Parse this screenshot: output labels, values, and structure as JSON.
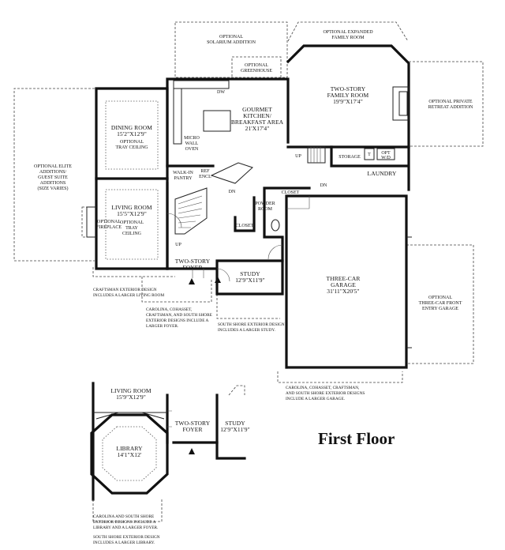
{
  "title": "First Floor",
  "rooms": {
    "optional_solarium": [
      "OPTIONAL",
      "SOLARIUM ADDITION"
    ],
    "optional_family_room": [
      "OPTIONAL EXPANDED",
      "FAMILY ROOM"
    ],
    "optional_greenhouse": [
      "OPTIONAL",
      "GREENHOUSE"
    ],
    "family_room": [
      "TWO-STORY",
      "FAMILY ROOM",
      "19'9\"X17'4\""
    ],
    "optional_retreat": [
      "OPTIONAL PRIVATE",
      "RETREAT ADDITION"
    ],
    "kitchen": [
      "GOURMET",
      "KITCHEN/",
      "BREAKFAST AREA",
      "21'X17'4\""
    ],
    "dw": "DW",
    "micro": [
      "MICRO",
      "WALL",
      "OVEN"
    ],
    "dining": [
      "DINING ROOM",
      "15'2\"X12'9\""
    ],
    "dining_opt": [
      "OPTIONAL",
      "TRAY CEILING"
    ],
    "optional_elite": [
      "OPTIONAL ELITE",
      "ADDITIONS/",
      "GUEST SUITE",
      "ADDITIONS",
      "(SIZE VARIES)"
    ],
    "walkin_pantry": [
      "WALK-IN",
      "PANTRY"
    ],
    "ref_encl": [
      "REF",
      "ENCL"
    ],
    "up1": "UP",
    "dn1": "DN",
    "storage": "STORAGE",
    "opt_wd": [
      "OPT",
      "W/D"
    ],
    "t": "T",
    "laundry": "LAUNDRY",
    "closet1": "CLOSET",
    "dn2": "DN",
    "powder": [
      "POWDER",
      "ROOM"
    ],
    "closet2": "CLOSET",
    "living": [
      "LIVING ROOM",
      "15'5\"X12'9\""
    ],
    "living_opt": [
      "OPTIONAL",
      "TRAY",
      "CEILING"
    ],
    "fireplace": [
      "OPTIONAL",
      "FIREPLACE"
    ],
    "up2": "UP",
    "foyer": [
      "TWO-STORY",
      "FOYER"
    ],
    "study": [
      "STUDY",
      "12'9\"X11'9\""
    ],
    "garage": [
      "THREE-CAR",
      "GARAGE",
      "31'11\"X20'5\""
    ],
    "optional_garage": [
      "OPTIONAL",
      "THREE-CAR FRONT",
      "ENTRY GARAGE"
    ],
    "living_b": [
      "LIVING ROOM",
      "15'9\"X12'9\""
    ],
    "library": [
      "LIBRARY",
      "14'1\"X12'"
    ],
    "foyer_b": [
      "TWO-STORY",
      "FOYER"
    ],
    "study_b": [
      "STUDY",
      "12'9\"X11'9\""
    ]
  },
  "notes": {
    "craftsman": [
      "CRAFTSMAN EXTERIOR DESIGN",
      "INCLUDES A LARGER LIVING ROOM"
    ],
    "carolina_foyer": [
      "CAROLINA, COHASSET,",
      "CRAFTSMAN, AND SOUTH SHORE",
      "EXTERIOR DESIGNS INCLUDE A",
      "LARGER FOYER."
    ],
    "south_shore_study": [
      "SOUTH SHORE EXTERIOR DESIGN",
      "INCLUDES A LARGER STUDY."
    ],
    "carolina_garage": [
      "CAROLINA, COHASSET, CRAFTSMAN,",
      "AND SOUTH SHORE EXTERIOR DESIGNS",
      "INCLUDE A LARGER GARAGE."
    ],
    "carolina_library": [
      "CAROLINA AND SOUTH SHORE",
      "EXTERIOR DESIGNS INCLUDE A",
      "LIBRARY AND A LARGER FOYER."
    ],
    "south_shore_library": [
      "SOUTH SHORE EXTERIOR DESIGN",
      "INCLUDES A LARGER LIBRARY."
    ]
  }
}
